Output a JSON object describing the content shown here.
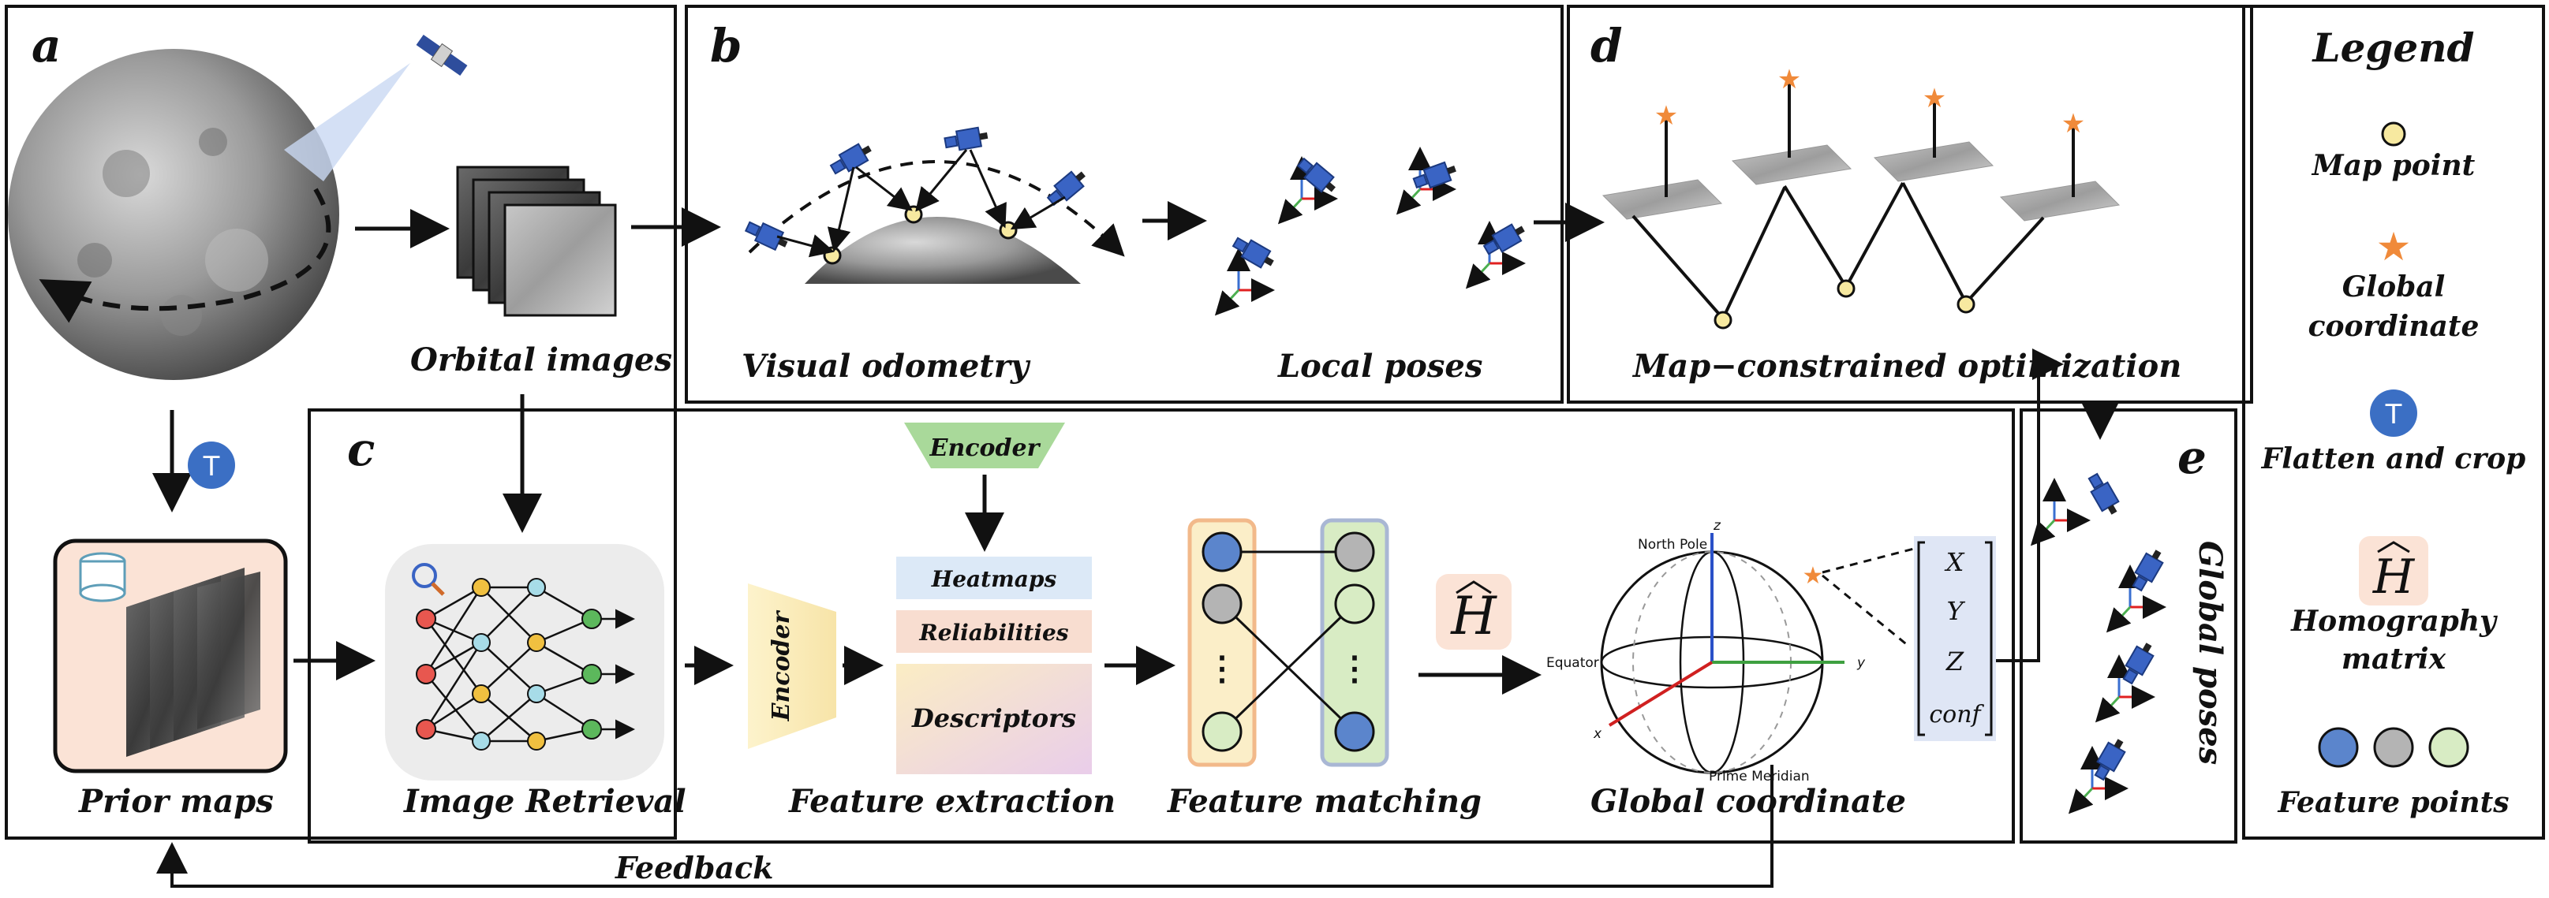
{
  "panels": {
    "a": "a",
    "b": "b",
    "c": "c",
    "d": "d",
    "e": "e"
  },
  "labels": {
    "orbital_images": "Orbital images",
    "prior_maps": "Prior maps",
    "visual_odometry": "Visual odometry",
    "local_poses": "Local poses",
    "map_constrained": "Map−constrained optimization",
    "image_retrieval": "Image Retrieval",
    "feature_extraction": "Feature extraction",
    "feature_matching": "Feature matching",
    "global_coordinate": "Global coordinate",
    "global_poses": "Global poses",
    "feedback": "Feedback",
    "encoder_top": "Encoder",
    "encoder_side": "Encoder",
    "heatmaps": "Heatmaps",
    "reliabilities": "Reliabilities",
    "descriptors": "Descriptors",
    "north_pole": "North Pole",
    "equator": "Equator",
    "prime_meridian": "Prime Meridian",
    "axis_z": "z",
    "axis_y": "y",
    "axis_x": "x",
    "vec_x": "X",
    "vec_y": "Y",
    "vec_z": "Z",
    "vec_conf": "conf",
    "t_badge": "T",
    "h_symbol": "H"
  },
  "legend": {
    "title": "Legend",
    "map_point": "Map point",
    "global_coord_1": "Global",
    "global_coord_2": "coordinate",
    "flatten_crop": "Flatten and crop",
    "t_badge": "T",
    "h_symbol": "H",
    "homography_1": "Homography",
    "homography_2": "matrix",
    "feature_points": "Feature points"
  },
  "colors": {
    "star": "#f08a3a",
    "map_point": "#f7e9a0",
    "badge_blue": "#3b6fc4",
    "feature_blue": "#5b85cc",
    "feature_gray": "#b4b4b4",
    "feature_green": "#d8ecc4",
    "prior_bg": "#fbe3d6",
    "encoder_green": "#a9d99a",
    "encoder_yellow": "#fbeec0",
    "heatmaps_bg": "#dce9f7",
    "reliab_bg": "#f8ddd0",
    "satellite_blue": "#3a64c4"
  }
}
